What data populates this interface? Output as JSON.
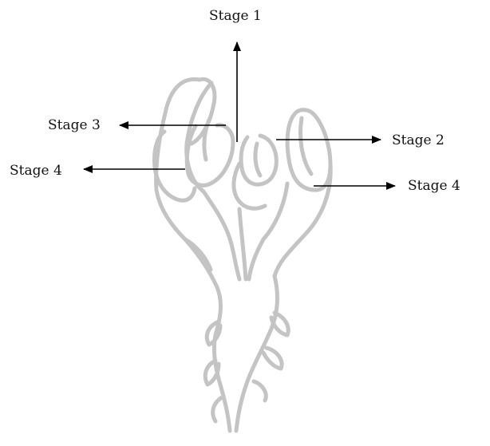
{
  "labels": {
    "stage1": "Stage 1",
    "stage2": "Stage 2",
    "stage3": "Stage 3",
    "stage4_left": "Stage 4",
    "stage4_right": "Stage 4"
  },
  "colors": {
    "illustration_stroke": "#c4c4c4",
    "arrow": "#000000",
    "text": "#111111",
    "background": "#ffffff"
  }
}
